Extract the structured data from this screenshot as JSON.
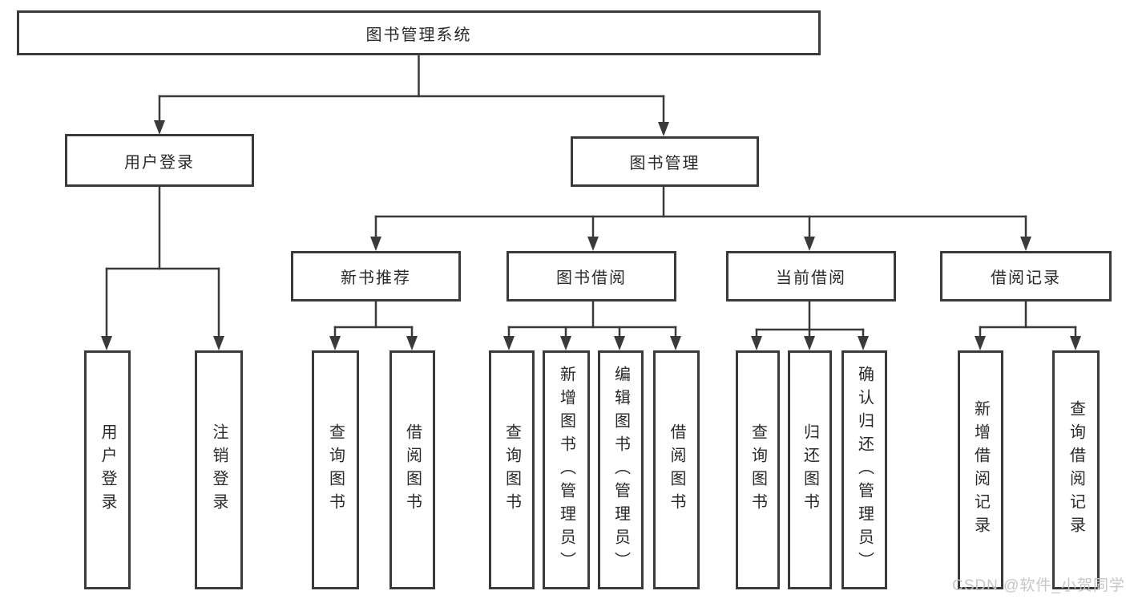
{
  "diagram": {
    "root": {
      "label": "图书管理系统"
    },
    "level2": [
      {
        "label": "用户登录"
      },
      {
        "label": "图书管理"
      }
    ],
    "level3": [
      {
        "label": "新书推荐"
      },
      {
        "label": "图书借阅"
      },
      {
        "label": "当前借阅"
      },
      {
        "label": "借阅记录"
      }
    ],
    "leaves": [
      {
        "label": "用户登录"
      },
      {
        "label": "注销登录"
      },
      {
        "label": "查询图书"
      },
      {
        "label": "借阅图书"
      },
      {
        "label": "查询图书"
      },
      {
        "label": "新增图书（管理员）"
      },
      {
        "label": "编辑图书（管理员）"
      },
      {
        "label": "借阅图书"
      },
      {
        "label": "查询图书"
      },
      {
        "label": "归还图书"
      },
      {
        "label": "确认归还（管理员）"
      },
      {
        "label": "新增借阅记录"
      },
      {
        "label": "查询借阅记录"
      }
    ]
  },
  "watermark": "CSDN @软件_小贺同学",
  "colors": {
    "line": "#3a3a3a",
    "border": "#3a3a3a",
    "text": "#2a2a2a",
    "watermark": "#c7c7c7",
    "background": "#ffffff"
  }
}
